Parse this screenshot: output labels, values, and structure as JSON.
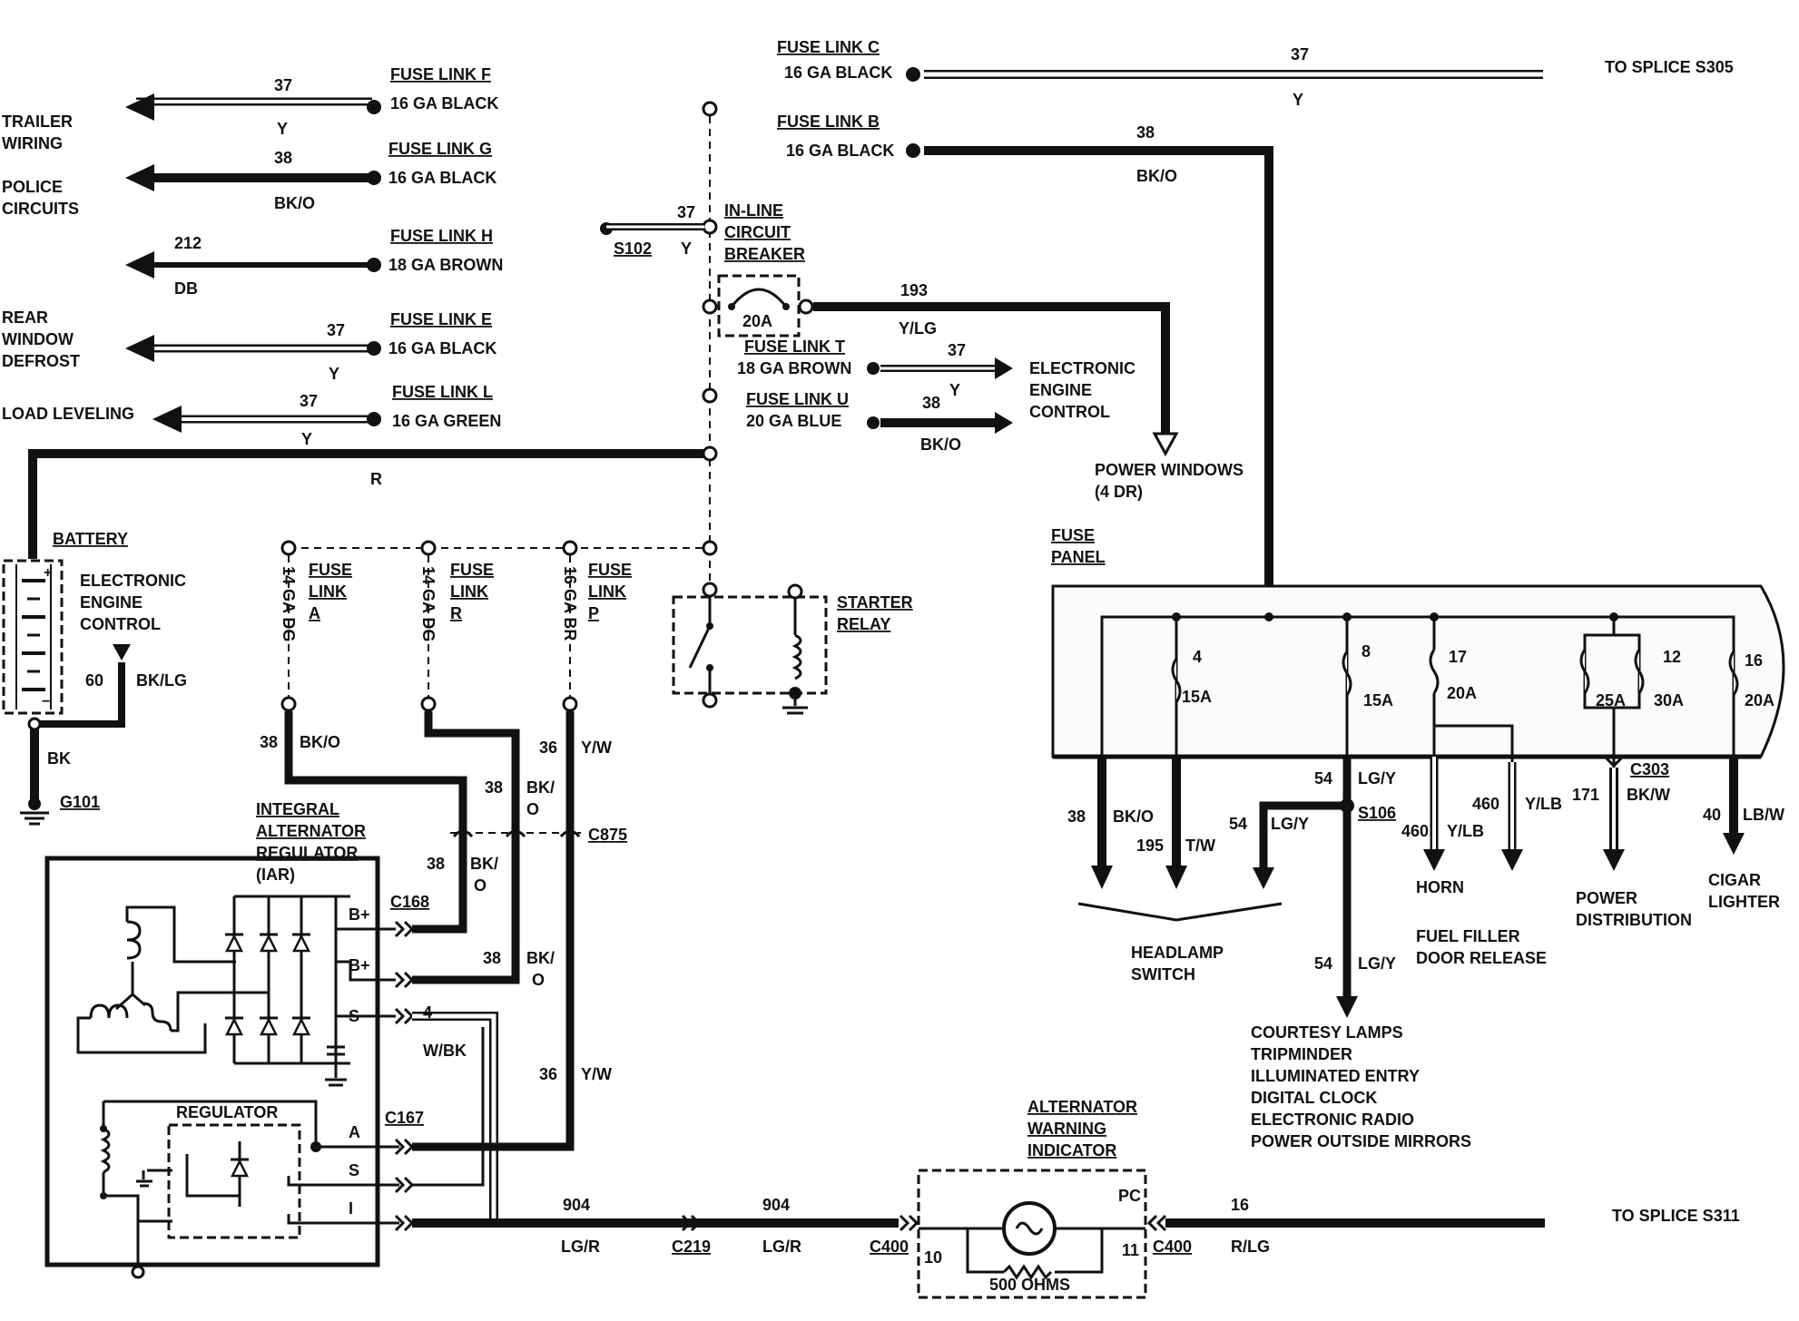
{
  "colors": {
    "ink": "#111111",
    "paper": "#ffffff"
  },
  "fuse_links": {
    "f": {
      "name": "FUSE LINK F",
      "gauge": "16 GA BLACK",
      "circuit": "37",
      "color": "Y"
    },
    "g": {
      "name": "FUSE LINK G",
      "gauge": "16 GA BLACK",
      "circuit": "38",
      "color": "BK/O"
    },
    "h": {
      "name": "FUSE LINK H",
      "gauge": "18 GA BROWN",
      "circuit": "212",
      "color": "DB"
    },
    "e": {
      "name": "FUSE LINK E",
      "gauge": "16 GA BLACK",
      "circuit": "37",
      "color": "Y"
    },
    "l": {
      "name": "FUSE LINK L",
      "gauge": "16 GA GREEN",
      "circuit": "37",
      "color": "Y"
    },
    "c": {
      "name": "FUSE LINK C",
      "gauge": "16 GA BLACK",
      "circuit": "37",
      "color": "Y"
    },
    "b": {
      "name": "FUSE LINK B",
      "gauge": "16 GA BLACK",
      "circuit": "38",
      "color": "BK/O"
    },
    "t": {
      "name": "FUSE LINK T",
      "gauge": "18 GA BROWN",
      "circuit": "37",
      "color": "Y"
    },
    "u": {
      "name": "FUSE LINK U",
      "gauge": "20 GA BLUE",
      "circuit": "38",
      "color": "BK/O"
    },
    "a": {
      "w1": "FUSE",
      "w2": "LINK",
      "w3": "A",
      "gauge": "14 GA DG"
    },
    "r": {
      "w1": "FUSE",
      "w2": "LINK",
      "w3": "R",
      "gauge": "14 GA DG"
    },
    "p": {
      "w1": "FUSE",
      "w2": "LINK",
      "w3": "P",
      "gauge": "16 GA BR"
    }
  },
  "left_labels": {
    "trailer_1": "TRAILER",
    "trailer_2": "WIRING",
    "police_1": "POLICE",
    "police_2": "CIRCUITS",
    "rear_1": "REAR",
    "rear_2": "WINDOW",
    "rear_3": "DEFROST",
    "load": "LOAD LEVELING"
  },
  "splices": {
    "s305": "TO SPLICE S305",
    "s311": "TO SPLICE S311",
    "s102": "S102",
    "s106": "S106"
  },
  "battery": {
    "label": "BATTERY",
    "r_circuit": "R",
    "eec_1": "ELECTRONIC",
    "eec_2": "ENGINE",
    "eec_3": "CONTROL",
    "c60": "60",
    "c60_color": "BK/LG",
    "ground_color": "BK",
    "ground": "G101",
    "plus": "+",
    "minus": "−"
  },
  "breaker": {
    "t1": "IN-LINE",
    "t2": "CIRCUIT",
    "t3": "BREAKER",
    "rating": "20A",
    "in_circuit": "37",
    "in_color": "Y",
    "out_circuit": "193",
    "out_color": "Y/LG",
    "eec_1": "ELECTRONIC",
    "eec_2": "ENGINE",
    "eec_3": "CONTROL",
    "pw_1": "POWER WINDOWS",
    "pw_2": "(4 DR)"
  },
  "relay": {
    "t1": "STARTER",
    "t2": "RELAY"
  },
  "alternator": {
    "t1": "INTEGRAL",
    "t2": "ALTERNATOR",
    "t3": "REGULATOR",
    "t4": "(IAR)",
    "reg": "REGULATOR",
    "b1": "B+",
    "b2": "B+",
    "s": "S",
    "a": "A",
    "s2": "S",
    "i": "I",
    "c168": "C168",
    "c167": "C167",
    "c875": "C875",
    "w38a": "38",
    "w38a_color": "BK/O",
    "w38b": "38",
    "w38b_c1": "BK/",
    "w38b_c2": "O",
    "w38c": "38",
    "w38c_c1": "BK/",
    "w38c_c2": "O",
    "w38d": "38",
    "w38d_c1": "BK/",
    "w38d_c2": "O",
    "w36a": "36",
    "w36a_color": "Y/W",
    "w36b": "36",
    "w36b_color": "Y/W",
    "w4": "4",
    "w4_color": "W/BK"
  },
  "warning": {
    "t1": "ALTERNATOR",
    "t2": "WARNING",
    "t3": "INDICATOR",
    "pc": "PC",
    "ohms": "500 OHMS",
    "pin10": "10",
    "pin11": "11",
    "c400a": "C400",
    "c400b": "C400",
    "c219": "C219",
    "w904a": "904",
    "w904a_color": "LG/R",
    "w904b": "904",
    "w904b_color": "LG/R",
    "w16": "16",
    "w16_color": "R/LG"
  },
  "fuse_panel": {
    "t1": "FUSE",
    "t2": "PANEL",
    "f4": "4",
    "f4r": "15A",
    "f8": "8",
    "f8r": "15A",
    "f17": "17",
    "f17r": "20A",
    "f12": "12",
    "f12a": "25A",
    "f12b": "30A",
    "f16": "16",
    "f16r": "20A",
    "c303": "C303"
  },
  "outputs": {
    "w38": "38",
    "w38_color": "BK/O",
    "w195": "195",
    "w195_color": "T/W",
    "w54a": "54",
    "w54a_color": "LG/Y",
    "w54b": "54",
    "w54b_color": "LG/Y",
    "w54c": "54",
    "w54c_color": "LG/Y",
    "w460a": "460",
    "w460a_color": "Y/LB",
    "w460b": "460",
    "w460b_color": "Y/LB",
    "w171": "171",
    "w171_color": "BK/W",
    "w40": "40",
    "w40_color": "LB/W",
    "headlamp_1": "HEADLAMP",
    "headlamp_2": "SWITCH",
    "horn": "HORN",
    "fuel_1": "FUEL FILLER",
    "fuel_2": "DOOR RELEASE",
    "power_1": "POWER",
    "power_2": "DISTRIBUTION",
    "cigar_1": "CIGAR",
    "cigar_2": "LIGHTER",
    "courtesy": [
      "COURTESY LAMPS",
      "TRIPMINDER",
      "ILLUMINATED ENTRY",
      "DIGITAL CLOCK",
      "ELECTRONIC RADIO",
      "POWER OUTSIDE MIRRORS"
    ]
  }
}
